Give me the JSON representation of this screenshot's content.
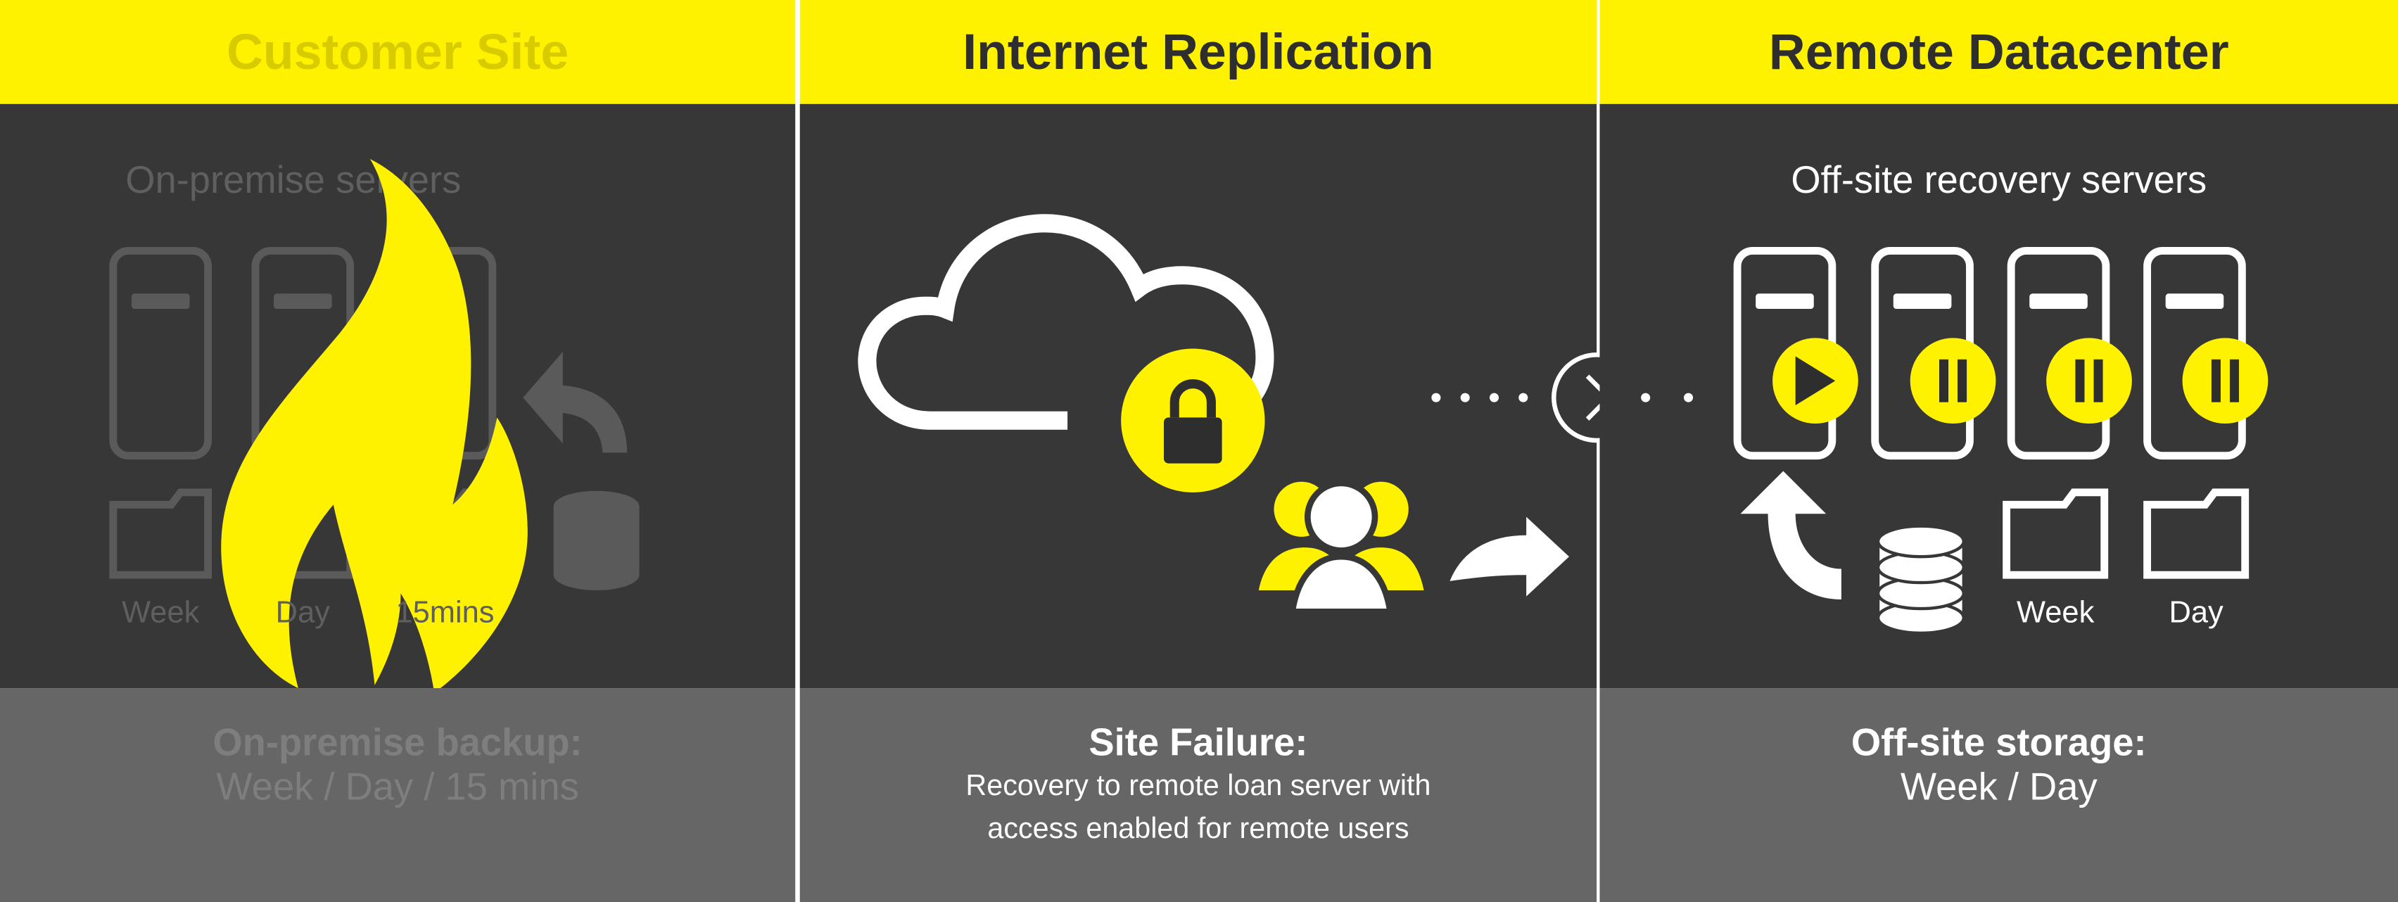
{
  "colors": {
    "accent": "#fff200",
    "dark": "#383737",
    "gray": "#666666"
  },
  "panels": [
    {
      "title": "Customer Site",
      "subtitle": "On-premise servers",
      "labels": [
        "Week",
        "Day",
        "15mins"
      ],
      "footer_title": "On-premise backup:",
      "footer_text": "Week / Day / 15 mins",
      "icons": [
        "server-icon",
        "folder-icon",
        "database-icon",
        "return-arrow-icon",
        "fire-icon"
      ]
    },
    {
      "title": "Internet Replication",
      "footer_title": "Site Failure:",
      "footer_lines": [
        "Recovery to remote loan server with",
        "access enabled for remote users"
      ],
      "icons": [
        "cloud-icon",
        "lock-icon",
        "users-icon",
        "arrow-icon",
        "chevron-right-icon"
      ]
    },
    {
      "title": "Remote Datacenter",
      "subtitle": "Off-site recovery servers",
      "labels": [
        "Week",
        "Day"
      ],
      "footer_title": "Off-site storage:",
      "footer_text": "Week / Day",
      "server_states": [
        "play",
        "pause",
        "pause",
        "pause"
      ]
    }
  ]
}
